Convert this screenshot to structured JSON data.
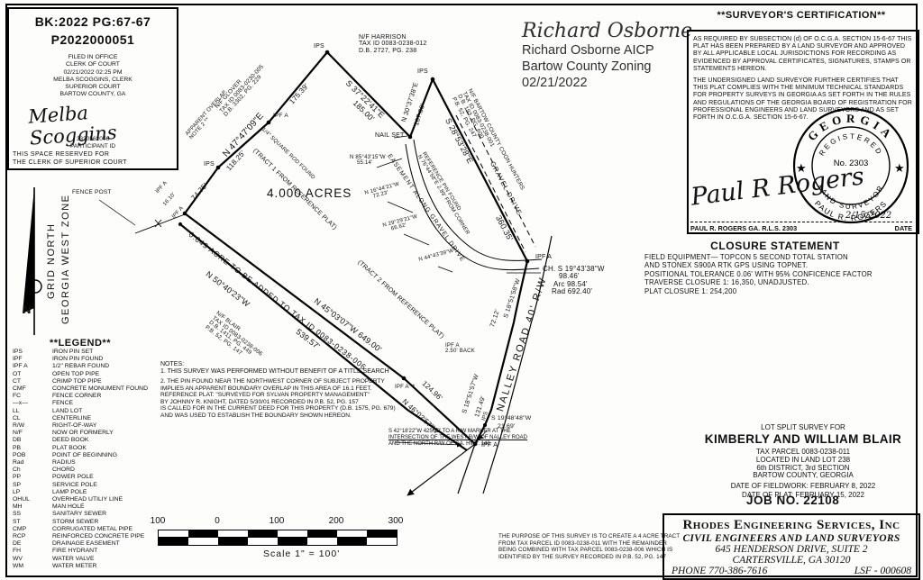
{
  "filing_box": {
    "book_page": "BK:2022 PG:67-67",
    "instrument": "P2022000051",
    "filed_lines": [
      "FILED IN OFFICE",
      "CLERK OF COURT",
      "02/21/2022 02:25 PM",
      "MELBA SCOGGINS, CLERK",
      "SUPERIOR COURT",
      "BARTOW COUNTY, GA"
    ],
    "signature": "Melba Scoggins",
    "participant_number": "3330562076",
    "participant_label": "PARTICIPANT ID",
    "reserved_line1": "THIS SPACE RESERVED FOR",
    "reserved_line2": "THE CLERK OF SUPERIOR COURT"
  },
  "north_arrow": {
    "line1": "GRID NORTH",
    "line2": "GEORGIA WEST ZONE",
    "n": "N"
  },
  "zoning": {
    "signature": "Richard Osborne",
    "name": "Richard Osborne AICP",
    "dept": "Bartow County Zoning",
    "date": "02/21/2022"
  },
  "certification": {
    "title": "**SURVEYOR'S CERTIFICATION**",
    "para1": "AS REQUIRED BY SUBSECTION (d) OF O.C.G.A. SECTION 15-6-67 THIS PLAT HAS BEEN PREPARED BY A LAND SURVEYOR AND APPROVED BY ALL APPLICABLE LOCAL JURISDICTIONS FOR RECORDING AS EVIDENCED BY APPROVAL CERTIFICATES, SIGNATURES, STAMPS OR STATEMENTS HEREON.",
    "para2": "THE UNDERSIGNED LAND SURVEYOR FURTHER CERTIFIES THAT THIS PLAT COMPLIES WITH THE MINIMUM TECHNICAL STANDARDS FOR PROPERTY SURVEYS IN GEORGIA AS SET FORTH IN THE RULES AND REGULATIONS OF THE GEORGIA BOARD OF REGISTRATION FOR PROFESSIONAL ENGINEERS AND LAND SURVEYORS AND AS SET FORTH IN O.C.G.A. SECTION 15-6-67.",
    "signature": "Paul R Rogers",
    "signer": "PAUL R. ROGERS GA. R.L.S. 2303",
    "date_label": "DATE",
    "date_value": "2/15/2022",
    "seal": {
      "state": "GEORGIA",
      "registered": "REGISTERED",
      "number": "No. 2303",
      "type": "LAND SURVEYOR",
      "name": "PAUL R. ROGERS",
      "star": "★"
    }
  },
  "closure": {
    "title": "CLOSURE STATEMENT",
    "lines": [
      "FIELD EQUIPMENT— TOPCON 5 SECOND TOTAL STATION",
      "AND STONEX S900A RTK GPS USING TOPNET.",
      "POSITIONAL TOLERANCE 0.06' WITH 95% CONFICENCE FACTOR",
      "TRAVERSE CLOSURE 1: 16,350, UNADJUSTED.",
      "PLAT CLOSURE 1: 254,200"
    ]
  },
  "legend": {
    "title": "**LEGEND**",
    "entries": [
      {
        "a": "IPS",
        "l": "IRON PIN SET"
      },
      {
        "a": "IPF",
        "l": "IRON PIN FOUND"
      },
      {
        "a": "IPF A",
        "l": "1/2\" REBAR FOUND"
      },
      {
        "a": "OT",
        "l": "OPEN TOP PIPE"
      },
      {
        "a": "CT",
        "l": "CRIMP TOP PIPE"
      },
      {
        "a": "CMF",
        "l": "CONCRETE MONUMENT FOUND"
      },
      {
        "a": "FC",
        "l": "FENCE CORNER"
      },
      {
        "a": "—x—",
        "l": "FENCE"
      },
      {
        "a": "LL",
        "l": "LAND LOT"
      },
      {
        "a": "CL",
        "l": "CENTERLINE"
      },
      {
        "a": "R/W",
        "l": "RIGHT-OF-WAY"
      },
      {
        "a": "N/F",
        "l": "NOW OR FORMERLY"
      },
      {
        "a": "DB",
        "l": "DEED BOOK"
      },
      {
        "a": "PB",
        "l": "PLAT BOOK"
      },
      {
        "a": "POB",
        "l": "POINT OF BEGINNING"
      },
      {
        "a": "Rad",
        "l": "RADIUS"
      },
      {
        "a": "Ch",
        "l": "CHORD"
      },
      {
        "a": "PP",
        "l": "POWER POLE"
      },
      {
        "a": "SP",
        "l": "SERVICE POLE"
      },
      {
        "a": "LP",
        "l": "LAMP POLE"
      },
      {
        "a": "OHUL",
        "l": "OVERHEAD UTILIY LINE"
      },
      {
        "a": "MH",
        "l": "MAN HOLE"
      },
      {
        "a": "SS",
        "l": "SANITARY SEWER"
      },
      {
        "a": "ST",
        "l": "STORM SEWER"
      },
      {
        "a": "CMP",
        "l": "CORRUGATED METAL PIPE"
      },
      {
        "a": "RCP",
        "l": "REINFORCED CONCRETE PIPE"
      },
      {
        "a": "DE",
        "l": "DRAINAGE EASEMENT"
      },
      {
        "a": "FH",
        "l": "FIRE HYDRANT"
      },
      {
        "a": "WV",
        "l": "WATER VALVE"
      },
      {
        "a": "WM",
        "l": "WATER METER"
      }
    ]
  },
  "notes": {
    "title": "NOTES:",
    "note1": "1. THIS SURVEY WAS PERFORMED WITHOUT BENEFIT OF A TITLE SEARCH",
    "note2_lines": [
      "2. THE PIN FOUND NEAR THE NORTHWEST CORNER OF SUBJECT PROPERTY",
      "IMPLIES AN APPARENT BOUNDARY OVERLAP IN THIS AREA OF 16.1 FEET.",
      "REFERENCE PLAT: \"SURVEYED FOR SYLVAN PROPERTY MANAGEMENT\"",
      "BY JOHNNY R. KNIGHT, DATED 5/30/01 RECORDED IN P.B. 52, PG. 157",
      "IS CALLED FOR IN THE CURRENT DEED FOR THIS PROPERTY (D.B. 1575, PG. 679)",
      "AND WAS USED TO ESTABLISH THE BOUNDARY SHOWN HEREON."
    ]
  },
  "purpose_lines": [
    "THE PURPOSE OF THIS SURVEY IS TO CREATE A 4 ACRE TRACT",
    "FROM TAX PARCEL ID 0083-0238-011 WITH THE REMAINDER",
    "BEING COMBINED WITH TAX PARCEL 0083-0238-006 WHICH IS",
    "IDENTIFIED BY THE SURVEY RECORDED IN P.B. 52, PG. 147"
  ],
  "road_tie": {
    "line1": "S 42°18'22\"W 425.22' TO A R/W MARKER AT THE",
    "line2": "INTERSECTION OF THE WEST R/W OF NALLEY ROAD",
    "line3": "AND THE NORTH R/W OF GA. HWY. 140"
  },
  "title_block": {
    "line1": "LOT SPLIT SURVEY FOR",
    "name": "KIMBERLY AND WILLIAM BLAIR",
    "info_lines": [
      "TAX PARCEL 0083-0238-011",
      "LOCATED IN LAND LOT 238",
      "6th DISTRICT, 3rd SECTION",
      "BARTOW COUNTY, GEORGIA"
    ],
    "date_lines": [
      "DATE OF FIELDWORK: FEBRUARY 8, 2022",
      "DATE OF PLAT: FEBRUARY 15, 2022"
    ],
    "job_no": "JOB NO. 22108"
  },
  "firm": {
    "name": "Rhodes Engineering Services, Inc",
    "tagline": "CIVIL ENGINEERS AND LAND SURVEYORS",
    "address1": "645 HENDERSON DRIVE, SUITE 2",
    "address2": "CARTERSVILLE, GA  30120",
    "phone": "PHONE 770-386-7616",
    "lsf": "LSF - 000608"
  },
  "scale_bar": {
    "ticks": [
      "100",
      "0",
      "100",
      "200",
      "300"
    ],
    "caption": "Scale 1\" = 100'"
  },
  "plat": {
    "acreage": "4.000 ACRES",
    "strip_note": "0.649 ACRE TO BE ADDED TO TAX ID 0083-0238-006",
    "tract1": "(TRACT 1 FROM REFERENCE PLAT)",
    "tract2": "(TRACT 2 FROM REFERENCE PLAT)",
    "owners": {
      "harrison": [
        "N/F HARRISON",
        "TAX ID 0083-0238-012",
        "D.B. 2727, PG. 238"
      ],
      "glover": [
        "N/F GLOVER",
        "TAX ID 0083-0230-005",
        "D.B. 3302, PG. 229"
      ],
      "coon_hunters": [
        "N/F BARTOW COUNTY COON HUNTERS",
        "TAX ID 0083-0238-001",
        "D.B. 193, PG. 600",
        "P.B. 52, PG. 247"
      ],
      "blair": [
        "N/F BLAIR",
        "TAX ID 0083-0238-006",
        "D.B. 1411, PG. 449",
        "P.B. 52, PG. 147"
      ]
    },
    "bearings": {
      "west_line": "N 47°47'09\"E",
      "west_seg1": "74.75'",
      "west_seg2": "118.25'",
      "west_seg3": "175.39'",
      "north_line": "S 37°22'41\"E",
      "north_len": "185.00'",
      "notch_line": "N 30°37'38\"E",
      "notch_len": "107.00'",
      "east_line": "S 28°53'28\"E",
      "east_len": "360.35'",
      "strip_ne": "N 45°03'07\"W  649.00'",
      "strip_sw": "N 50°40'23\"W",
      "strip_sw_len": "539.57'",
      "bottom_line": "N 46°02'57\"W",
      "bottom_len": "124.96'",
      "road_seg1": "S 18°51'58\"W",
      "road_seg1_len": "72.12'",
      "road_seg2": "S 18°51'57\"W",
      "road_seg2_len": "131.49'",
      "road_seg3": "S 19°48'48\"W",
      "road_seg3_len": "21.69'",
      "curve_ch": "CH. S 19°43'38\"W",
      "curve_ch_len": "98.46'",
      "curve_arc": "Arc 98.54'",
      "curve_rad": "Rad 692.40'",
      "tie1_brg": "N 85°43'15\"W",
      "tie1_len": "55.14'",
      "tie2_brg": "N 16°44'21\"W",
      "tie2_len": "72.23'",
      "tie3_brg": "N 29°29'21\"W",
      "tie3_len": "66.62'",
      "tie4_brg": "N 44°43'39\"W",
      "ref_pin_1": "REFERENCE PIN FOUND",
      "ref_pin_2": "N 76°44'58\"E 2.89' FROM CORNER"
    },
    "markers": {
      "ips": "IPS",
      "ipf_a": "IPF A",
      "ipf_a_note": "IPF A **",
      "nail_set": "NAIL SET",
      "fence_post": "FENCE POST",
      "back_note": "2.50' BACK",
      "pin_gap": "16.10'",
      "rod_found": "1/4\" SQUARE ROD FOUND"
    },
    "overlap_note_1": "APPARENT OVERLAP,",
    "overlap_note_2": "NOTE 2 **",
    "road_name": "NALLEY ROAD 40' R/W",
    "gravel_drive": "GRAVEL DRIVE",
    "easement": "EASEMENT ALONG GRAVEL DRIVE"
  }
}
